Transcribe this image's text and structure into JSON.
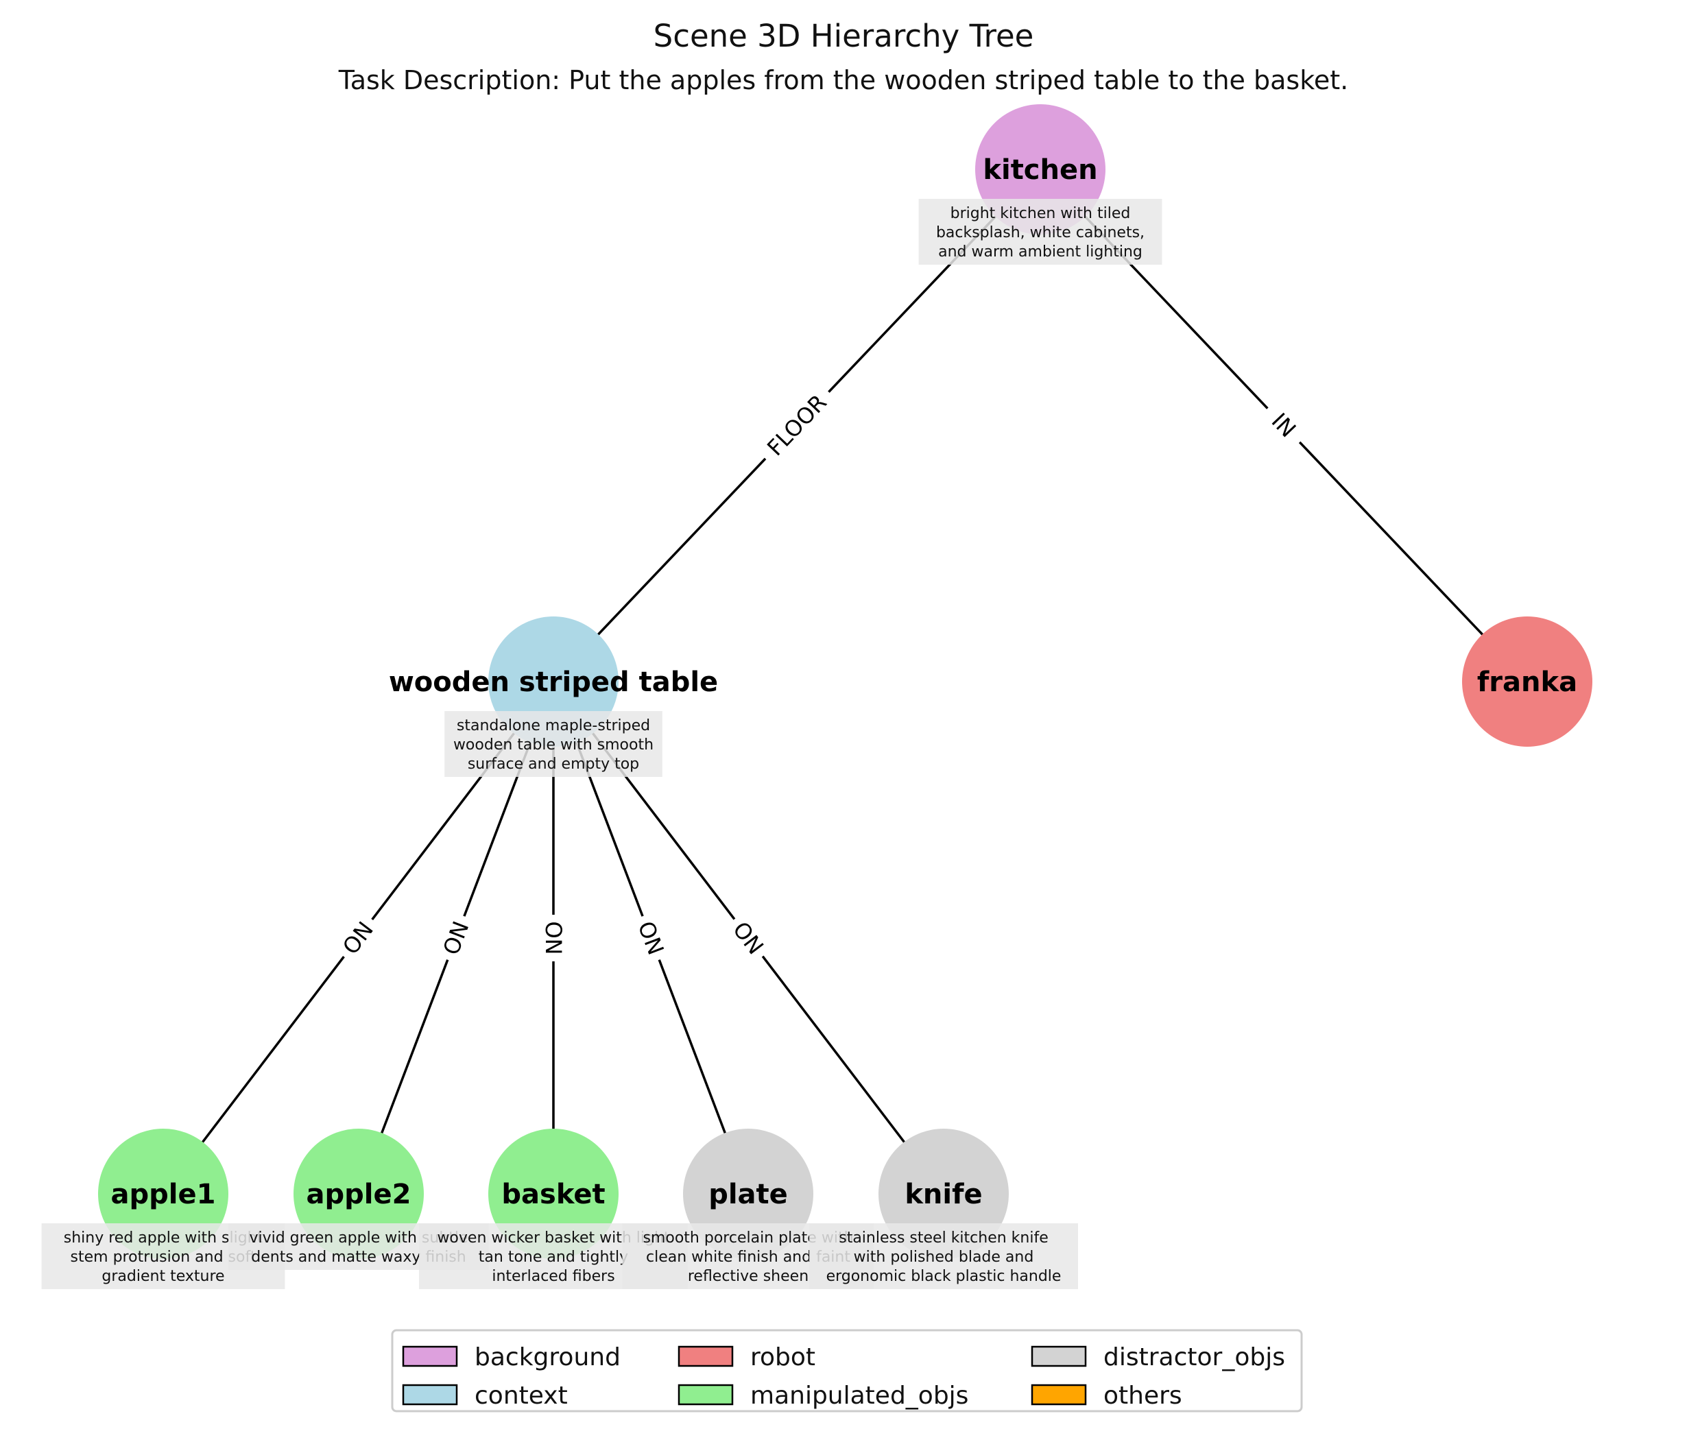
{
  "title": "Scene 3D Hierarchy Tree",
  "subtitle": "Task Description: Put the apples from the wooden striped table to the basket.",
  "colors": {
    "background": "#dda0dd",
    "context": "#add8e6",
    "robot": "#f08080",
    "manipulated_objs": "#90ee90",
    "distractor_objs": "#d3d3d3",
    "others": "#ffa500"
  },
  "nodes": {
    "kitchen": {
      "label": "kitchen",
      "category": "background",
      "desc": [
        "bright kitchen with tiled",
        "backsplash, white cabinets,",
        "and warm ambient lighting"
      ]
    },
    "table": {
      "label": "wooden striped table",
      "category": "context",
      "desc": [
        "standalone maple-striped",
        "wooden table with smooth",
        "surface and empty top"
      ]
    },
    "franka": {
      "label": "franka",
      "category": "robot",
      "desc": []
    },
    "apple1": {
      "label": "apple1",
      "category": "manipulated_objs",
      "desc": [
        "shiny red apple with slight",
        "stem protrusion and soft",
        "gradient texture"
      ]
    },
    "apple2": {
      "label": "apple2",
      "category": "manipulated_objs",
      "desc": [
        "vivid green apple with subtle",
        "dents and matte waxy finish"
      ]
    },
    "basket": {
      "label": "basket",
      "category": "manipulated_objs",
      "desc": [
        "woven wicker basket with light",
        "tan tone and tightly",
        "interlaced fibers"
      ]
    },
    "plate": {
      "label": "plate",
      "category": "distractor_objs",
      "desc": [
        "smooth porcelain plate with",
        "clean white finish and faint",
        "reflective sheen"
      ]
    },
    "knife": {
      "label": "knife",
      "category": "distractor_objs",
      "desc": [
        "stainless steel kitchen knife",
        "with polished blade and",
        "ergonomic black plastic handle"
      ]
    }
  },
  "edges": [
    {
      "from": "kitchen",
      "to": "table",
      "label": "FLOOR"
    },
    {
      "from": "kitchen",
      "to": "franka",
      "label": "IN"
    },
    {
      "from": "table",
      "to": "apple1",
      "label": "ON"
    },
    {
      "from": "table",
      "to": "apple2",
      "label": "ON"
    },
    {
      "from": "table",
      "to": "basket",
      "label": "ON"
    },
    {
      "from": "table",
      "to": "plate",
      "label": "ON"
    },
    {
      "from": "table",
      "to": "knife",
      "label": "ON"
    }
  ],
  "legend": [
    {
      "key": "background",
      "label": "background"
    },
    {
      "key": "context",
      "label": "context"
    },
    {
      "key": "robot",
      "label": "robot"
    },
    {
      "key": "manipulated_objs",
      "label": "manipulated_objs"
    },
    {
      "key": "distractor_objs",
      "label": "distractor_objs"
    },
    {
      "key": "others",
      "label": "others"
    }
  ]
}
